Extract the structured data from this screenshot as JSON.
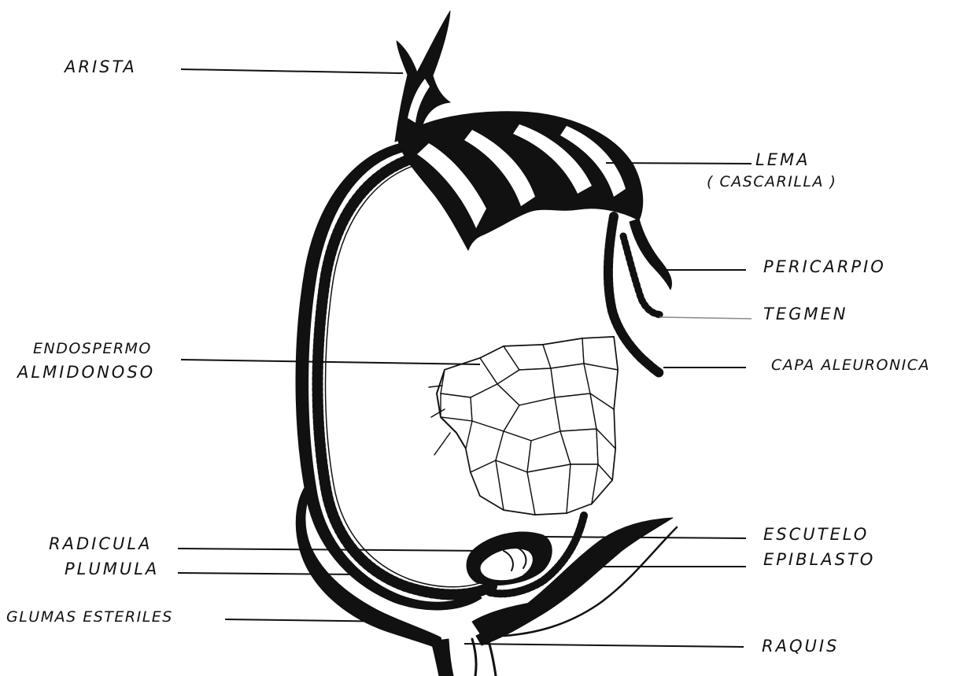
{
  "labels": {
    "arista": "ARISTA",
    "lema_1": "LEMA",
    "lema_2": "( CASCARILLA )",
    "pericarpio": "PERICARPIO",
    "tegmen": "TEGMEN",
    "endospermo_1": "ENDOSPERMO",
    "endospermo_2": "ALMIDONOSO",
    "capa_aleuronica": "CAPA ALEURONICA",
    "radicula": "RADICULA",
    "plumula": "PLUMULA",
    "escutelo": "ESCUTELO",
    "epiblasto": "EPIBLASTO",
    "glumas": "GLUMAS ESTERILES",
    "raquis": "RAQUIS"
  },
  "colors": {
    "ink": "#111111",
    "paper": "#ffffff",
    "faint_leader": "#8a8a8a"
  }
}
